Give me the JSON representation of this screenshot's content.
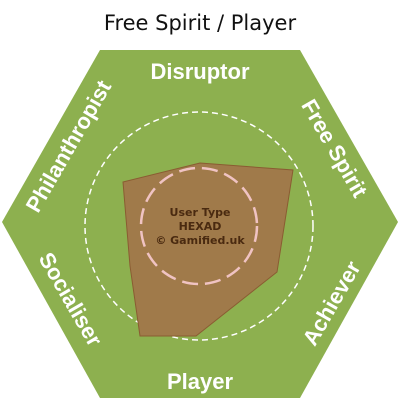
{
  "title": "Free Spirit / Player",
  "segments": [
    {
      "label": "Disruptor"
    },
    {
      "label": "Free Spirit"
    },
    {
      "label": "Achiever"
    },
    {
      "label": "Player"
    },
    {
      "label": "Socialiser"
    },
    {
      "label": "Philanthropist"
    }
  ],
  "center": {
    "line1": "User Type",
    "line2": "HEXAD",
    "line3": "© Gamified.uk"
  },
  "colors": {
    "hexagon": "#8db04f",
    "profile_fill": "#a07a4a",
    "profile_stroke": "#8a5c32",
    "guide_ring": "#ffffff",
    "inner_ring": "#f0c3c3",
    "center_text": "#4a2a10"
  }
}
